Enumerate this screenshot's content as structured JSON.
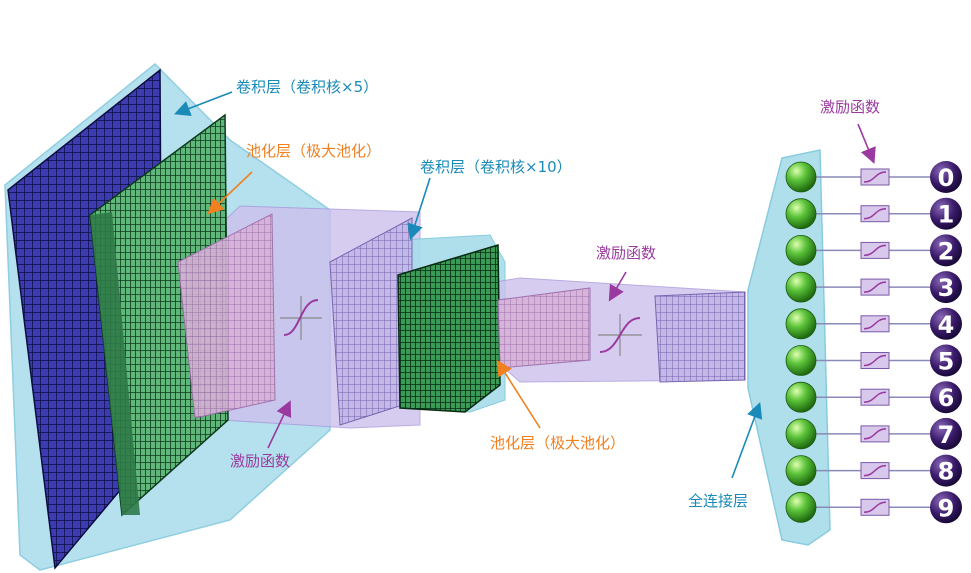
{
  "labels": {
    "conv1": "卷积层（卷积核×5）",
    "pool1": "池化层（极大池化）",
    "conv2": "卷积层（卷积核×10）",
    "act1": "激励函数",
    "act2": "激励函数",
    "act3": "激励函数",
    "pool2": "池化层（极大池化）",
    "fc": "全连接层"
  },
  "outputs": [
    "0",
    "1",
    "2",
    "3",
    "4",
    "5",
    "6",
    "7",
    "8",
    "9"
  ],
  "colors": {
    "conv_label": "#1a8ab8",
    "pool_label": "#f08020",
    "act_label": "#9a3aa0",
    "fc_label": "#1a8ab8",
    "input_grid": "#3c3cb0",
    "conv_block": "#3fa060",
    "pool_block": "#c8a6d8",
    "halo": "#a8dcea",
    "node": "#44b030",
    "digit_bg": "#3a1a6a"
  },
  "icons": {
    "sigmoid": "sigmoid-icon",
    "arrow": "arrow-icon"
  }
}
